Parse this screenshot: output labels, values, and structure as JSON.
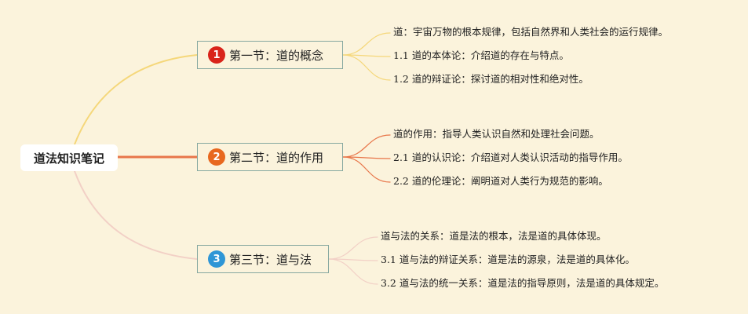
{
  "root": {
    "label": "道法知识笔记"
  },
  "sections": [
    {
      "badge": "1",
      "badge_color": "#d9241b",
      "label": "第一节：道的概念",
      "branch_color": "#f5d77a",
      "items": [
        "道：宇宙万物的根本规律，包括自然界和人类社会的运行规律。",
        "1.1 道的本体论：介绍道的存在与特点。",
        "1.2 道的辩证论：探讨道的相对性和绝对性。"
      ]
    },
    {
      "badge": "2",
      "badge_color": "#e8681f",
      "label": "第二节：道的作用",
      "branch_color": "#e8764a",
      "items": [
        "道的作用：指导人类认识自然和处理社会问题。",
        "2.1 道的认识论：介绍道对人类认识活动的指导作用。",
        "2.2 道的伦理论：阐明道对人类行为规范的影响。"
      ]
    },
    {
      "badge": "3",
      "badge_color": "#2f96d6",
      "label": "第三节：道与法",
      "branch_color": "#f2d0c6",
      "items": [
        "道与法的关系：道是法的根本，法是道的具体体现。",
        "3.1 道与法的辩证关系：道是法的源泉，法是道的具体化。",
        "3.2 道与法的统一关系：道是法的指导原则，法是道的具体规定。"
      ]
    }
  ]
}
